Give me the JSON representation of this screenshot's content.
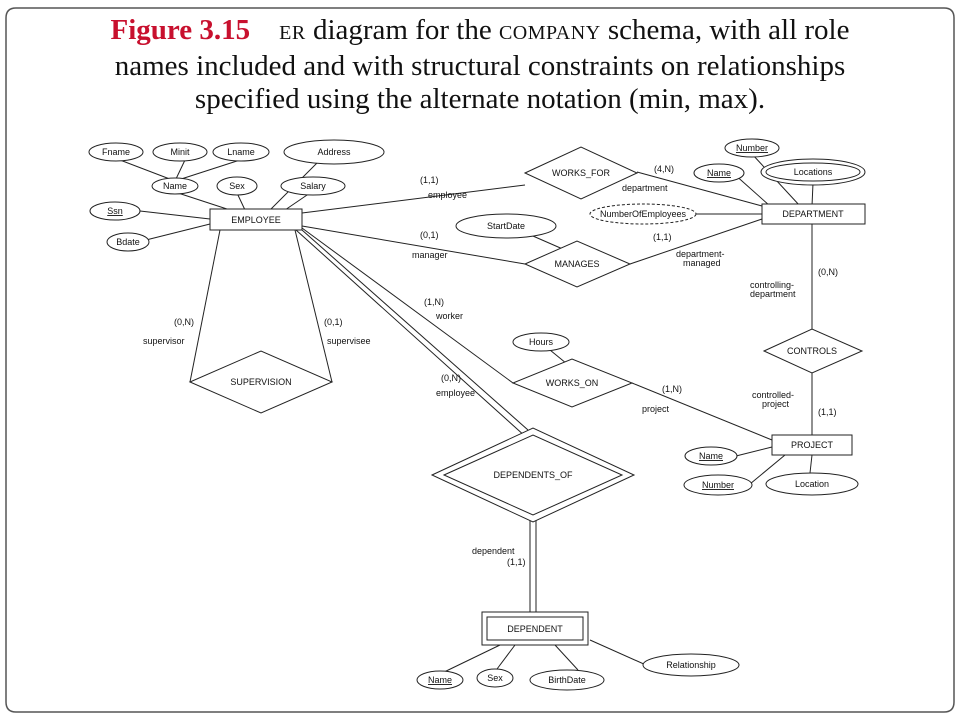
{
  "caption": {
    "figure": "Figure 3.15",
    "line1_sc1": "ER",
    "line1_mid": "diagram for the",
    "line1_sc2": "COMPANY",
    "line1_rest": "schema, with all role",
    "line2": "names included and with structural constraints on relationships",
    "line3": "specified using the alternate notation (min, max)."
  },
  "entities": {
    "employee": "EMPLOYEE",
    "department": "DEPARTMENT",
    "project": "PROJECT",
    "dependent": "DEPENDENT"
  },
  "relationships": {
    "works_for": "WORKS_FOR",
    "manages": "MANAGES",
    "works_on": "WORKS_ON",
    "controls": "CONTROLS",
    "supervision": "SUPERVISION",
    "dependents_of": "DEPENDENTS_OF"
  },
  "attributes": {
    "fname": "Fname",
    "minit": "Minit",
    "lname": "Lname",
    "name": "Name",
    "address": "Address",
    "sex": "Sex",
    "salary": "Salary",
    "ssn": "Ssn",
    "bdate": "Bdate",
    "startdate": "StartDate",
    "hours": "Hours",
    "dept_number": "Number",
    "dept_name": "Name",
    "locations": "Locations",
    "num_employees": "NumberOfEmployees",
    "proj_name": "Name",
    "proj_number": "Number",
    "proj_location": "Location",
    "dep_name": "Name",
    "dep_sex": "Sex",
    "birthdate": "BirthDate",
    "relationship": "Relationship"
  },
  "constraints": {
    "wf_emp": "(1,1)",
    "wf_dept": "(4,N)",
    "mg_emp": "(0,1)",
    "mg_dept": "(1,1)",
    "wo_emp": "(1,N)",
    "wo_proj": "(1,N)",
    "ct_dept": "(0,N)",
    "ct_proj": "(1,1)",
    "sv_supervisor": "(0,N)",
    "sv_supervisee": "(0,1)",
    "do_emp": "(0,N)",
    "do_dep": "(1,1)"
  },
  "roles": {
    "employee": "employee",
    "department": "department",
    "manager": "manager",
    "dept_managed_1": "department-",
    "dept_managed_2": "managed",
    "worker": "worker",
    "project": "project",
    "controlling_1": "controlling-",
    "controlling_2": "department",
    "controlled_1": "controlled-",
    "controlled_2": "project",
    "supervisor": "supervisor",
    "supervisee": "supervisee",
    "do_employee": "employee",
    "dependent": "dependent"
  }
}
